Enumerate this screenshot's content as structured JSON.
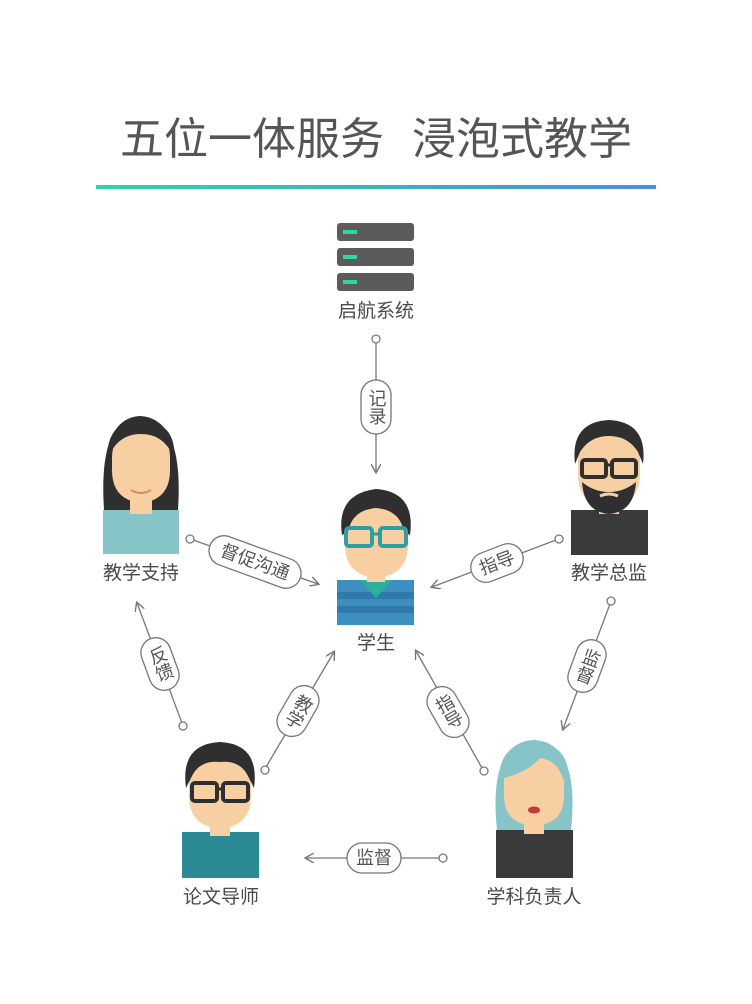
{
  "title": "五位一体服务  浸泡式教学",
  "colors": {
    "title": "#555555",
    "line_start": "#2bd6a8",
    "line_end": "#4a8fd6",
    "server": "#5b5b5b",
    "server_led": "#2bd6a8",
    "skin": "#f7cfa3",
    "hair": "#2f2f2f",
    "teal_hair": "#86c4c8",
    "arrow": "#777777"
  },
  "nodes": {
    "system": "启航系统",
    "student": "学生",
    "support": "教学支持",
    "director": "教学总监",
    "tutor": "论文导师",
    "lead": "学科负责人"
  },
  "edges": {
    "record": "记录",
    "urge": "督促沟通",
    "guide_director": "指导",
    "feedback": "反馈",
    "teach": "教学",
    "guide_lead": "指导",
    "supervise_director": "监督",
    "supervise_lead": "监督"
  }
}
